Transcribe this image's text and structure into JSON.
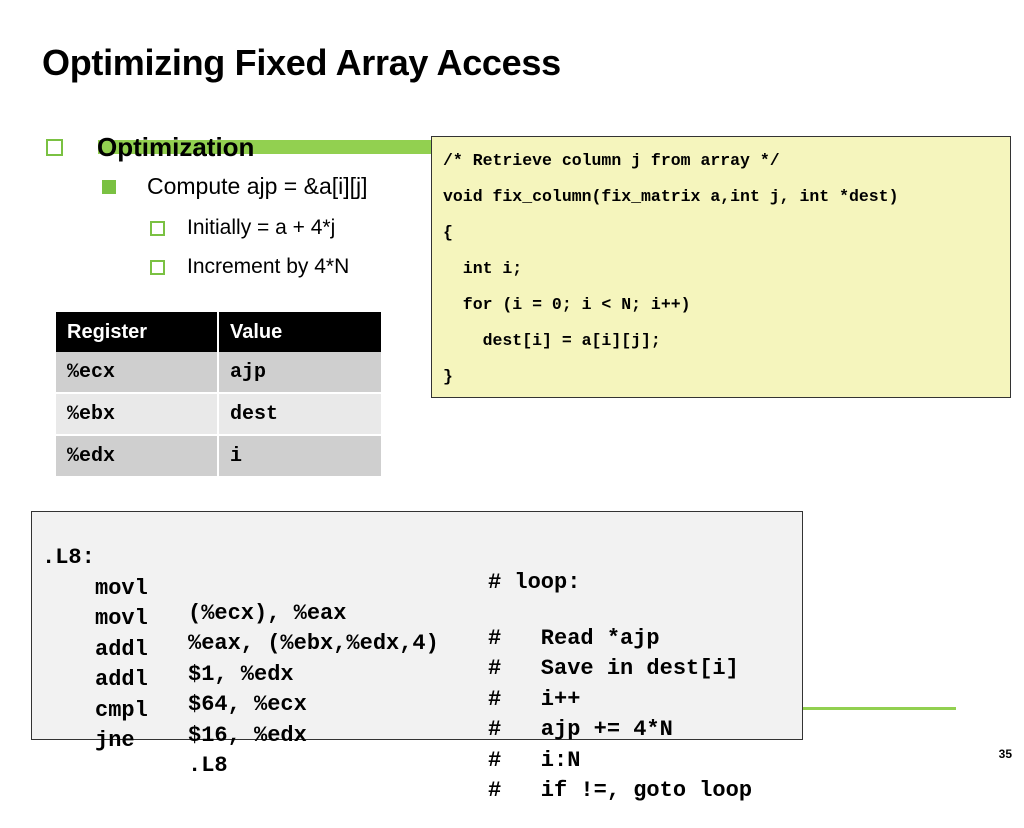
{
  "slide": {
    "title": "Optimizing Fixed Array Access",
    "bullets": {
      "level1": "Optimization",
      "level2": "Compute ajp = &a[i][j]",
      "level3": [
        "Initially = a + 4*j",
        "Increment by 4*N"
      ]
    },
    "source_code": [
      "/* Retrieve column j from array */",
      "void fix_column(fix_matrix a,int j, int *dest)",
      "{",
      "  int i;",
      "  for (i = 0; i < N; i++)",
      "    dest[i] = a[i][j];",
      "}"
    ],
    "register_table": {
      "headers": [
        "Register",
        "Value"
      ],
      "rows": [
        [
          "%ecx",
          "ajp"
        ],
        [
          "%ebx",
          "dest"
        ],
        [
          "%edx",
          "i"
        ]
      ]
    },
    "assembly": [
      {
        "label": ".L8:",
        "op": "",
        "args": "",
        "comment": "# loop:"
      },
      {
        "label": "",
        "op": "movl",
        "args": "(%ecx), %eax",
        "comment": "#   Read *ajp"
      },
      {
        "label": "",
        "op": "movl",
        "args": "%eax, (%ebx,%edx,4)",
        "comment": "#   Save in dest[i]"
      },
      {
        "label": "",
        "op": "addl",
        "args": "$1, %edx",
        "comment": "#   i++"
      },
      {
        "label": "",
        "op": "addl",
        "args": "$64, %ecx",
        "comment": "#   ajp += 4*N"
      },
      {
        "label": "",
        "op": "cmpl",
        "args": "$16, %edx",
        "comment": "#   i:N"
      },
      {
        "label": "",
        "op": "jne",
        "args": ".L8",
        "comment": "#   if !=, goto loop"
      }
    ],
    "page_number": "35",
    "colors": {
      "accent_green": "#92d050",
      "bullet_green": "#7ac142",
      "code_background": "#f5f5bd",
      "assembly_background": "#f2f2f2"
    }
  }
}
